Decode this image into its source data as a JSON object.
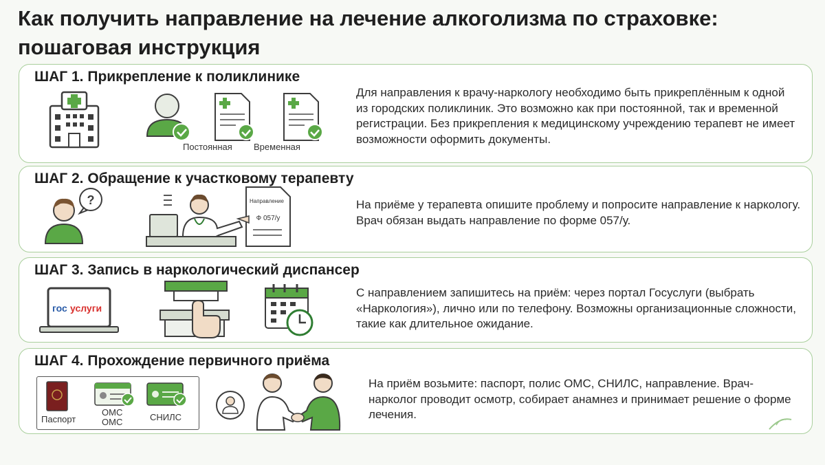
{
  "title_line1": "Как получить направление на лечение алкоголизма по страховке:",
  "title_line2": "пошаговая инструкция",
  "colors": {
    "green": "#5aa846",
    "dark_green": "#2f7d32",
    "border": "#a9cf9c",
    "red": "#7a1f1f"
  },
  "steps": [
    {
      "title": "ШАГ 1. Прикрепление к поликлинике",
      "text": "Для направления к врачу-наркологу необходимо быть прикреплённым к одной из городских поликлиник. Это возможно как при постоянной, так и временной регистрации. Без прикрепления к медицинскому учреждению терапевт не имеет возможности оформить документы.",
      "captions": {
        "permanent": "Постоянная",
        "temporary": "Временная"
      },
      "icons": [
        "hospital-icon",
        "user-check-icon",
        "document-check-icon",
        "document-check-icon"
      ]
    },
    {
      "title": "ШАГ 2. Обращение к участковому терапевту",
      "text": "На приёме у терапевта опишите проблему и попросите направление к наркологу. Врач обязан выдать направление по форме 057/у.",
      "referral_label": "Направление",
      "referral_form": "Ф 057/у",
      "icons": [
        "patient-question-icon",
        "doctor-desk-icon",
        "referral-document-icon"
      ]
    },
    {
      "title": "ШАГ 3. Запись в наркологический диспансер",
      "text": "С направлением запишитесь на приём: через портал Госуслуги (выбрать «Наркология»), лично или по телефону. Возможны организационные сложности, такие как длительное ожидание.",
      "gosuslugi_part1": "гос",
      "gosuslugi_part2": "услуги",
      "icons": [
        "laptop-gosuslugi-icon",
        "reception-bell-icon",
        "calendar-clock-icon"
      ]
    },
    {
      "title": "ШАГ 4. Прохождение первичного приёма",
      "text": "На приём возьмите: паспорт, полис ОМС, СНИЛС, направление. Врач-нарколог проводит осмотр, собирает анамнез и принимает решение о форме лечения.",
      "captions": {
        "passport": "Паспорт",
        "oms1": "ОМС",
        "oms2": "ОМС",
        "snils": "СНИЛС"
      },
      "icons": [
        "passport-icon",
        "oms-card-icon",
        "snils-card-icon",
        "doctor-badge-icon",
        "handshake-icon"
      ]
    }
  ]
}
